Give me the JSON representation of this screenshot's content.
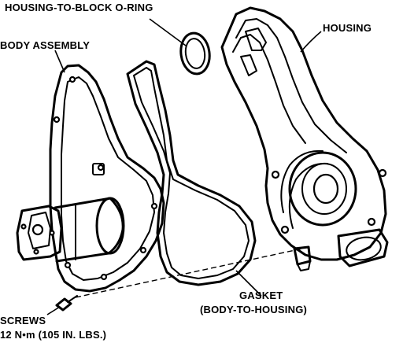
{
  "labels": {
    "oring": "HOUSING-TO-BLOCK O-RING",
    "housing": "HOUSING",
    "body_assembly": "BODY ASSEMBLY",
    "gasket_line1": "GASKET",
    "gasket_line2": "(BODY-TO-HOUSING)",
    "screws_line1": "SCREWS",
    "screws_line2": "12 N•m (105 IN. LBS.)"
  }
}
